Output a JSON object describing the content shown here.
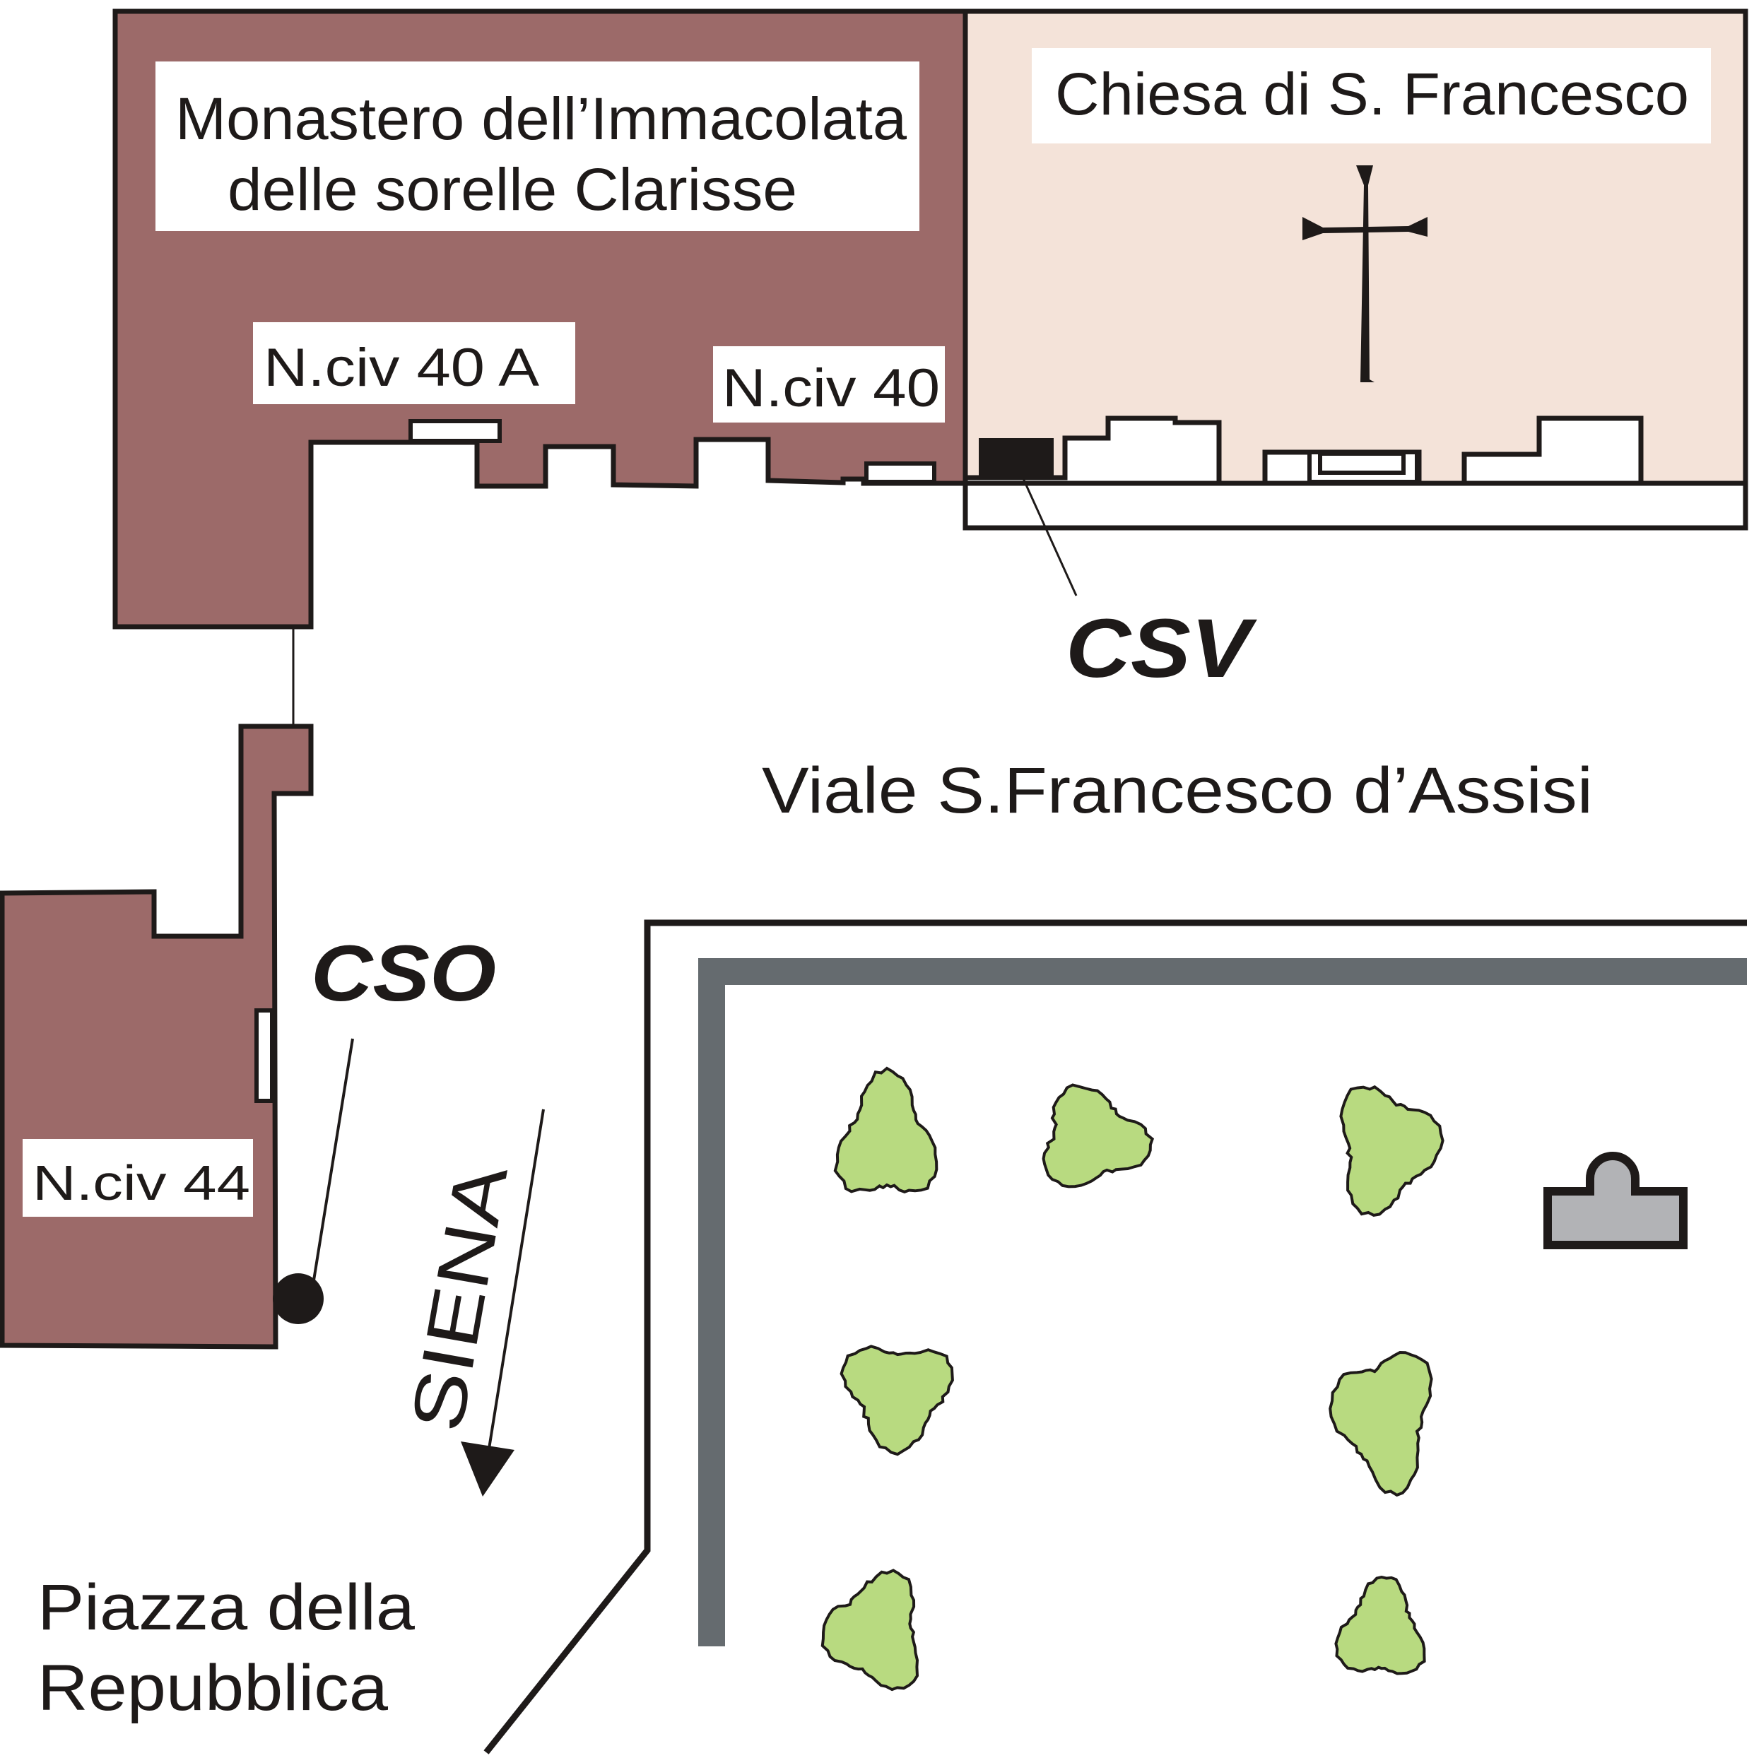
{
  "colors": {
    "monastery_fill": "#9c6a69",
    "church_fill": "#f4e3d9",
    "outline": "#1e1a19",
    "wall_gray": "#656b6f",
    "tree_fill": "#b8da80",
    "monument_fill": "#b2b3b6",
    "label_bg": "#ffffff"
  },
  "buildings": {
    "monastery": {
      "name_line1": "Monastero dell’Immacolata",
      "name_line2": "delle sorelle Clarisse"
    },
    "church": {
      "name": "Chiesa di S. Francesco",
      "symbol": "cross-icon"
    },
    "house_numbers": [
      {
        "label": "N.civ 40 A"
      },
      {
        "label": "N.civ 40"
      },
      {
        "label": "N.civ 44"
      }
    ]
  },
  "markers": [
    {
      "code": "CSV"
    },
    {
      "code": "CSO"
    }
  ],
  "streets": {
    "viale": "Viale S.Francesco d’Assisi",
    "piazza_line1": "Piazza della",
    "piazza_line2": "Repubblica"
  },
  "direction": {
    "label": "SIENA",
    "icon": "arrow-down-icon"
  },
  "park": {
    "tree_count": 7,
    "monument": "monument-icon"
  }
}
